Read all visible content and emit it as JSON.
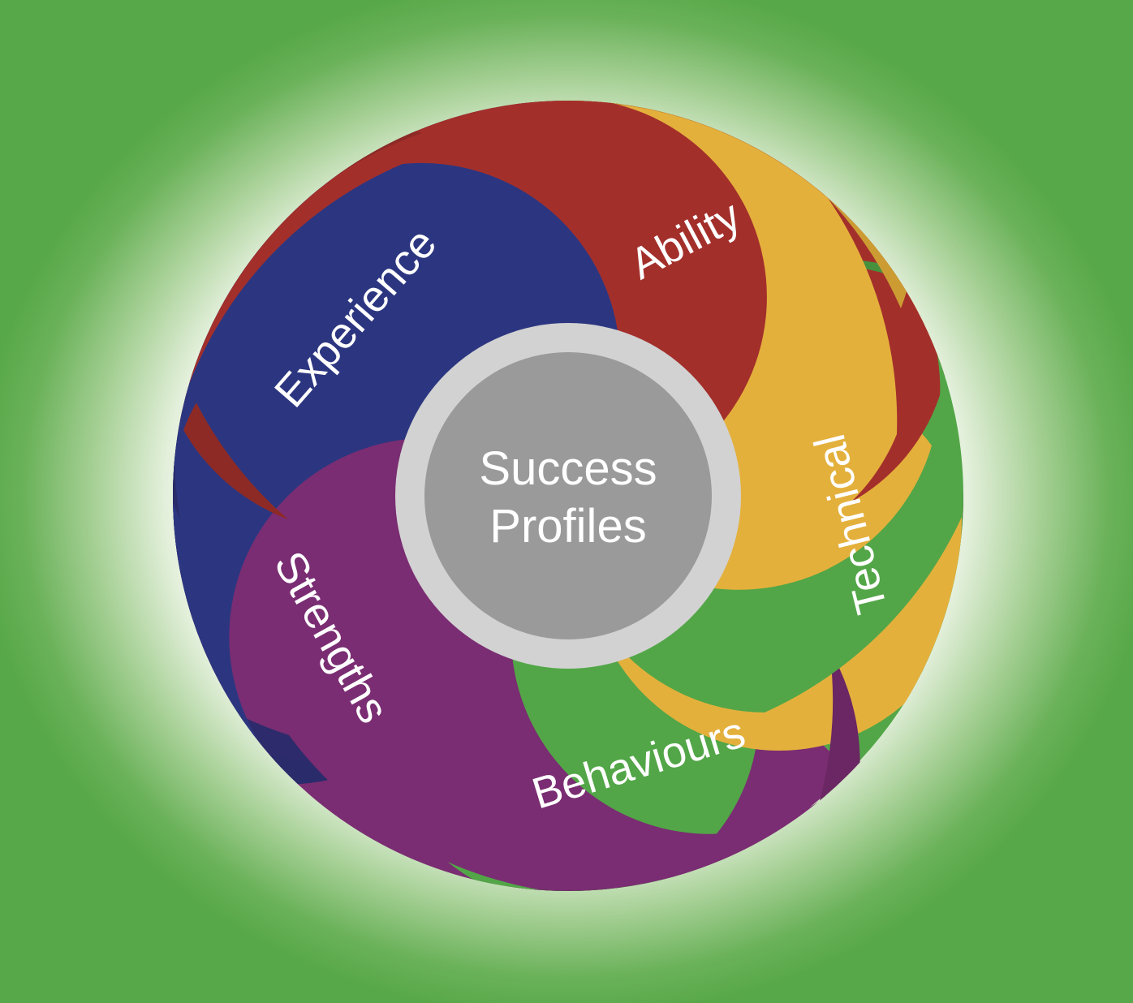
{
  "diagram": {
    "type": "circular-petal-wheel",
    "title": "Success Profiles",
    "center": {
      "line1": "Success",
      "line2": "Profiles",
      "fill_color": "#9a9a9a",
      "ring_color": "#d2d2d2",
      "text_color": "#ffffff"
    },
    "background": {
      "outer_color": "#57a848",
      "glow_color": "#ffffff"
    },
    "segments": [
      {
        "id": "ability",
        "label": "Ability",
        "color": "#a32f2b",
        "shadow_color": "#8d2a26",
        "order": 1
      },
      {
        "id": "technical",
        "label": "Technical",
        "color": "#e4b03c",
        "shadow_color": "#cc9c33",
        "order": 2
      },
      {
        "id": "behaviours",
        "label": "Behaviours",
        "color": "#52a647",
        "shadow_color": "#47903d",
        "order": 3
      },
      {
        "id": "strengths",
        "label": "Strengths",
        "color": "#7a2d72",
        "shadow_color": "#6a2763",
        "order": 4
      },
      {
        "id": "experience",
        "label": "Experience",
        "color": "#2c3680",
        "shadow_color": "#2a2b6b",
        "order": 5
      }
    ]
  }
}
